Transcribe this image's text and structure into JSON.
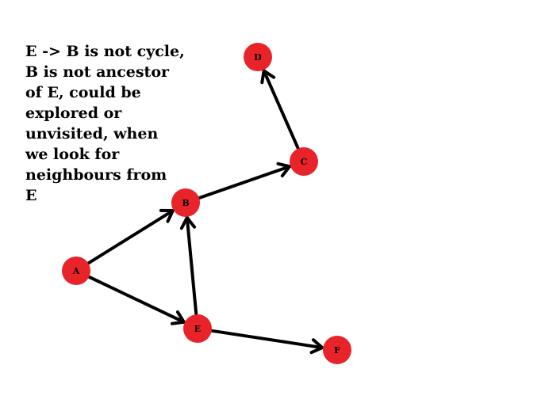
{
  "note": {
    "lines": [
      "E -> B is not cycle,",
      "B is not ancestor",
      "of E, could be",
      "explored or",
      "unvisited, when",
      "we look for",
      "neighbours from",
      "E"
    ]
  },
  "graph": {
    "node_color": "#e8232a",
    "edge_color": "#000000",
    "label_color": "#000000",
    "nodes": [
      {
        "id": "A",
        "label": "A"
      },
      {
        "id": "B",
        "label": "B"
      },
      {
        "id": "C",
        "label": "C"
      },
      {
        "id": "D",
        "label": "D"
      },
      {
        "id": "E",
        "label": "E"
      },
      {
        "id": "F",
        "label": "F"
      }
    ],
    "edges": [
      {
        "from": "A",
        "to": "B"
      },
      {
        "from": "A",
        "to": "E"
      },
      {
        "from": "B",
        "to": "C"
      },
      {
        "from": "C",
        "to": "D"
      },
      {
        "from": "E",
        "to": "B"
      },
      {
        "from": "E",
        "to": "F"
      }
    ]
  }
}
